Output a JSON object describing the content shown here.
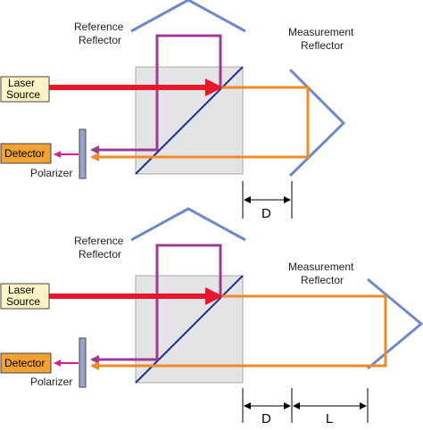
{
  "colors": {
    "laser": "#e8182c",
    "reference_path": "#9a3c94",
    "measurement_path": "#f18a24",
    "detector_arrow": "#e8168c",
    "reflector": "#6f88c8",
    "beamsplitter_diagonal": "#1e2d8c",
    "cube_fill": "#e4e4e6",
    "cube_edge": "#a7a7aa",
    "laser_box": "#fdf3c4",
    "detector_box": "#f1a232",
    "polarizer_fill": "#9aa3cc"
  },
  "top": {
    "laser_label_1": "Laser",
    "laser_label_2": "Source",
    "detector_label": "Detector",
    "polarizer_label": "Polarizer",
    "reference_label_1": "Reference",
    "reference_label_2": "Reflector",
    "measurement_label_1": "Measurement",
    "measurement_label_2": "Reflector",
    "distance_d": "D"
  },
  "bottom": {
    "laser_label_1": "Laser",
    "laser_label_2": "Source",
    "detector_label": "Detector",
    "polarizer_label": "Polarizer",
    "reference_label_1": "Reference",
    "reference_label_2": "Reflector",
    "measurement_label_1": "Measurement",
    "measurement_label_2": "Reflector",
    "distance_d": "D",
    "distance_l": "L"
  }
}
